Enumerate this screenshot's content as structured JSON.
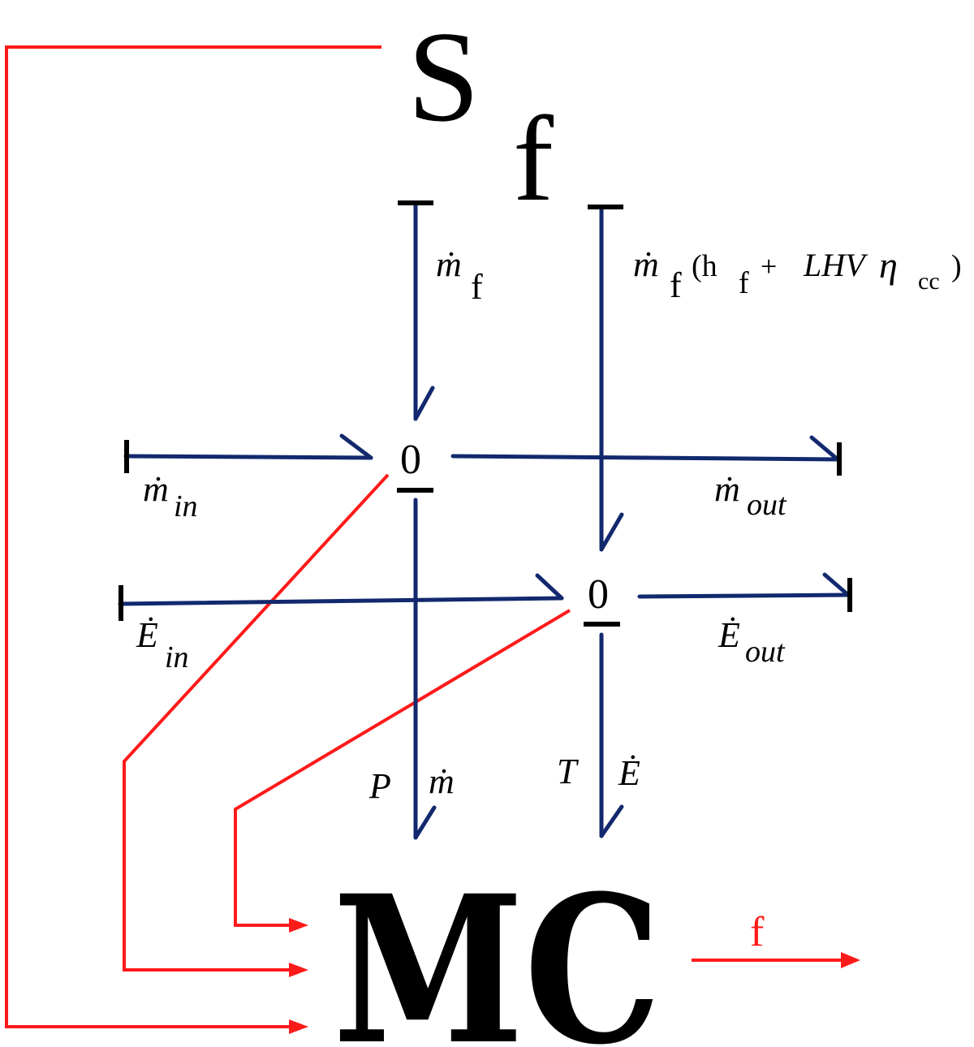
{
  "source": {
    "main": "S",
    "sub": "f"
  },
  "sink": {
    "label": "MC"
  },
  "junctions": {
    "mass": "0",
    "energy": "0"
  },
  "bonds": {
    "fuel_mass": {
      "main": "ṁ",
      "sub": "f"
    },
    "fuel_energy": {
      "main": "ṁ",
      "sub": "f",
      "paren_open": "(h",
      "h_sub": "f",
      "plus": " +",
      "lhv": "LHV",
      "eta": "η",
      "eta_sub": "cc",
      "paren_close": ")"
    },
    "mass_in": {
      "main": "ṁ",
      "sub": "in"
    },
    "mass_out": {
      "main": "ṁ",
      "sub": "out"
    },
    "energy_in": {
      "main": "Ė",
      "sub": "in"
    },
    "energy_out": {
      "main": "Ė",
      "sub": "out"
    },
    "mass_down": {
      "effort": "P",
      "flow": "ṁ"
    },
    "energy_down": {
      "effort": "T",
      "flow": "Ė"
    }
  },
  "output_signal": {
    "label": "f"
  },
  "colors": {
    "bond": "#12296e",
    "signal": "#ff1a1a",
    "text": "#000000",
    "bar": "#000000"
  }
}
